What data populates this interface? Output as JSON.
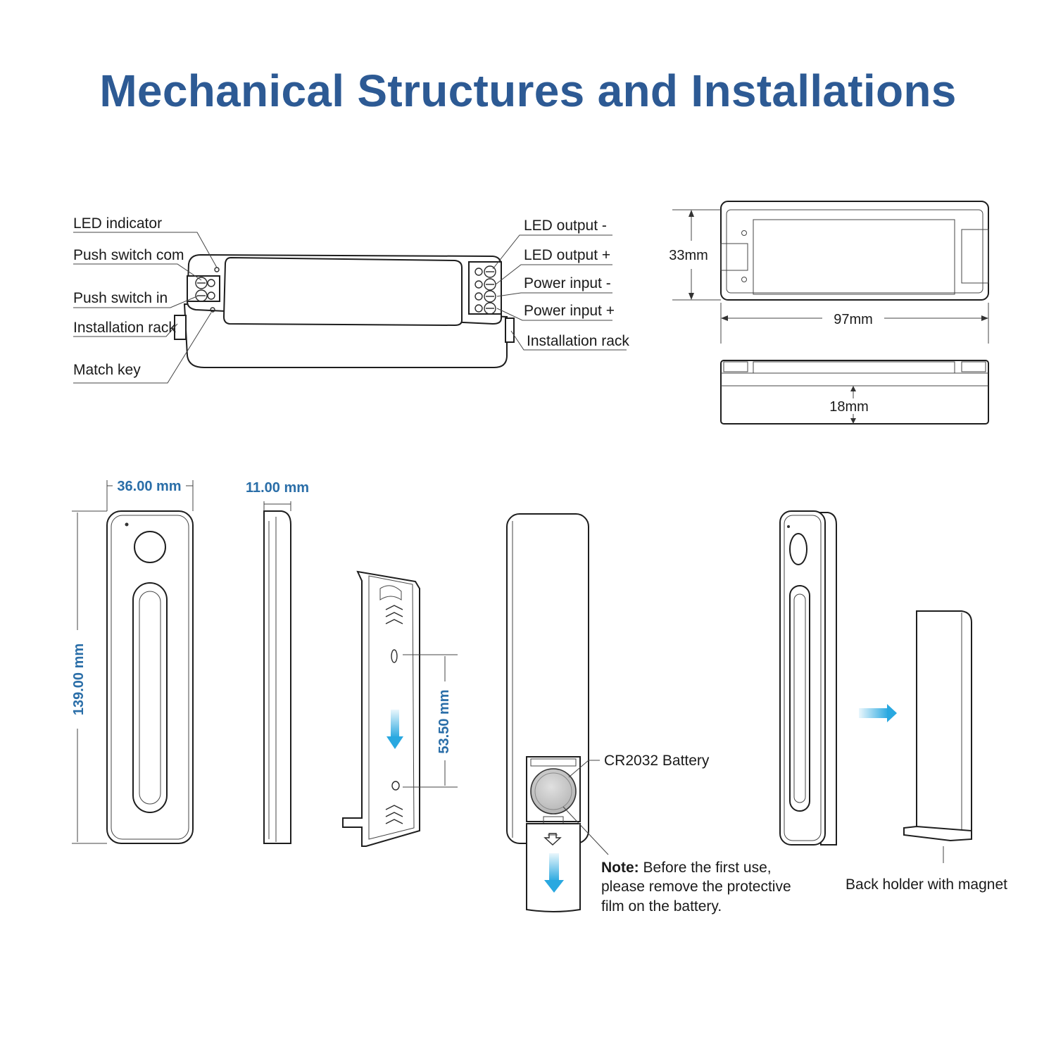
{
  "title": "Mechanical Structures and Installations",
  "controller": {
    "left_labels": [
      "LED indicator",
      "Push switch com",
      "Push switch in",
      "Installation rack",
      "Match key"
    ],
    "right_labels": [
      "LED output -",
      "LED output +",
      "Power input -",
      "Power input +",
      "Installation rack"
    ]
  },
  "dimensions": {
    "height": "33mm",
    "length": "97mm",
    "depth": "18mm"
  },
  "remote": {
    "width": "36.00 mm",
    "thickness": "11.00 mm",
    "height": "139.00 mm",
    "hole_spacing": "53.50 mm"
  },
  "battery": {
    "label": "CR2032 Battery",
    "note_bold": "Note:",
    "note_line1": " Before the first use,",
    "note_line2": "please remove the protective",
    "note_line3": "film on the battery."
  },
  "holder": {
    "label": "Back holder with magnet"
  },
  "colors": {
    "title": "#2d5a94",
    "dimension_blue": "#2a6ea8",
    "arrow_blue": "#29a8e0"
  }
}
